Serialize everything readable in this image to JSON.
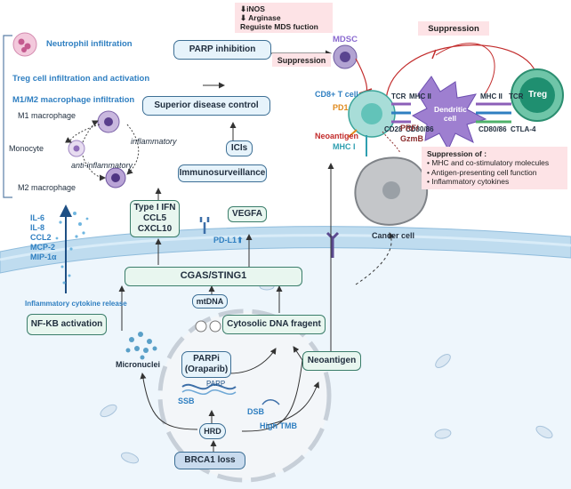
{
  "left_panel": {
    "neutrophil": "Neutrophil infiltration",
    "treg_infiltration": "Treg cell infiltration and activation",
    "macrophage_title": "M1/M2 macrophage infiltration",
    "m1": "M1 macrophage",
    "monocyte": "Monocyte",
    "m2": "M2 macrophage",
    "inflammatory": "inflammatory",
    "anti_inflammatory": "anti-inflammatory",
    "cytokines": [
      "IL-6",
      "IL-8",
      "CCL2",
      "MCP-2",
      "MIP-1α"
    ],
    "cytokine_release": "Inflammatory cytokine release",
    "nfkb": "NF-KB activation"
  },
  "top": {
    "mdsc_effects": [
      "⬇iNOS",
      "⬇ Arginase",
      "Reguiste MDS fuction"
    ],
    "parp_inhibition": "PARP inhibition",
    "suppression_mid": "Suppression",
    "mdsc": "MDSC",
    "suppression_right": "Suppression"
  },
  "immune": {
    "cd8": "CD8+ T cell",
    "pd1": "PD1",
    "tcr_left": "TCR",
    "mhc_ii_left": "MHC II",
    "cd28": "CD28",
    "cd80_86_left": "CD80/86",
    "dendritic": "Dendritic cell",
    "mhc_ii_right": "MHC II",
    "tcr_right": "TCR",
    "cd80_86_right": "CD80/86",
    "ctla4": "CTLA-4",
    "treg": "Treg",
    "neoantigen": "Neoantigen",
    "mhc_i": "MHC I",
    "prf": "PRF/",
    "gzmb": "GzmB",
    "cancer_cell": "Cancer cell"
  },
  "suppression_box": {
    "title": "Suppression of :",
    "items": [
      "• MHC and co-stimulatory molecules",
      "• Antigen-presenting cell function",
      "• Inflammatory cytokines"
    ]
  },
  "pathway": {
    "superior": "Superior disease control",
    "icis": "ICIs",
    "immunosurveillance": "Immunosurveillance",
    "type_i_ifn": [
      "Type I IFN",
      "CCL5",
      "CXCL10"
    ],
    "vegfa": "VEGFA",
    "pdl1": "PD-L1⬆",
    "cgas": "CGAS/STING1",
    "mtdna": "mtDNA",
    "cytosolic": "Cytosolic DNA fragent",
    "micronuclei": "Micronuclei",
    "parpi": [
      "PARPi",
      "(Oraparib)"
    ],
    "parp": "PARP",
    "ssb": "SSB",
    "dsb": "DSB",
    "hrd": "HRD",
    "high_tmb": "High TMB",
    "brca1": "BRCA1 loss",
    "neoantigen_box": "Neoantigen"
  }
}
